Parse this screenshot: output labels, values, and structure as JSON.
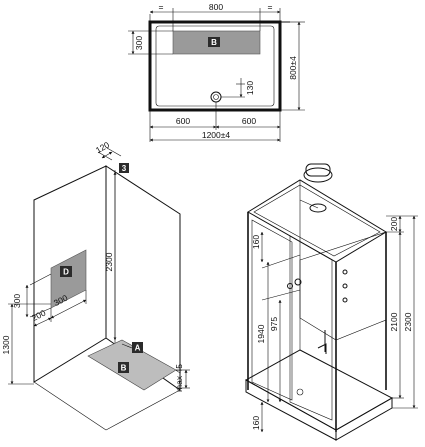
{
  "plan": {
    "dims": {
      "top_eq_left": "=",
      "top_width": "800",
      "top_eq_right": "=",
      "left_depth": "300",
      "right_depth": "800±4",
      "drain_offset": "130",
      "bottom_left": "600",
      "bottom_right": "600",
      "total_width": "1200±4"
    },
    "labels": {
      "b": "B"
    }
  },
  "wall": {
    "dims": {
      "ceiling_offset": "120",
      "height": "2300",
      "box_h": "300",
      "box_w": "300",
      "box_offset": "200",
      "box_height": "1300",
      "tray_max": "max 45"
    },
    "labels": {
      "three": "3",
      "d": "D",
      "a": "A",
      "b": "B"
    }
  },
  "cabin": {
    "dims": {
      "top_160": "160",
      "top_200": "200",
      "h_1940": "1940",
      "h_975": "975",
      "h_2100": "2100",
      "h_2300": "2300",
      "bottom_160": "160"
    }
  }
}
